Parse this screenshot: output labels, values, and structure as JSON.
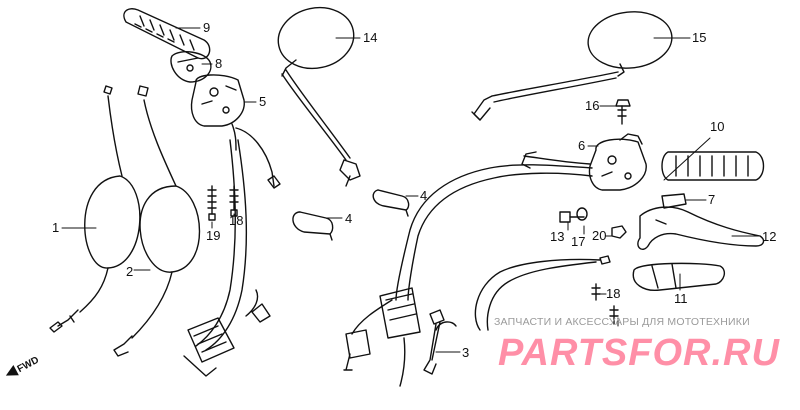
{
  "diagram": {
    "part_numbers": {
      "p1": "1",
      "p2": "2",
      "p3": "3",
      "p4a": "4",
      "p4b": "4",
      "p5": "5",
      "p6": "6",
      "p7": "7",
      "p8": "8",
      "p9": "9",
      "p10": "10",
      "p11": "11",
      "p12": "12",
      "p13": "13",
      "p14": "14",
      "p15": "15",
      "p16": "16",
      "p17": "17",
      "p18a": "18",
      "p18b": "18",
      "p19": "19",
      "p20": "20"
    },
    "direction_label": "FWD"
  },
  "watermark": {
    "text": "ЗАПЧАСТИ И АКСЕССУАРЫ ДЛЯ МОТОТЕХНИКИ",
    "logo_text": "PARTSFOR.RU"
  },
  "colors": {
    "line": "#111111",
    "watermark_text": "#9a9a9a",
    "logo": "#ff6a8a"
  }
}
